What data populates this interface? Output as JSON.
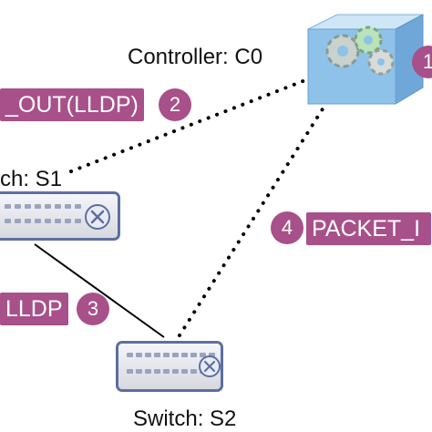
{
  "controller": {
    "label": "Controller: C0",
    "badge": "1"
  },
  "switches": {
    "s1_label": "ch: S1",
    "s2_label": "Switch: S2"
  },
  "messages": [
    {
      "text": "_OUT(LLDP)",
      "step": "2"
    },
    {
      "text": "LLDP",
      "step": "3"
    },
    {
      "text": "PACKET_I",
      "step": "4"
    }
  ],
  "colors": {
    "tag": "#a8508a",
    "switch_border": "#5d6fa0",
    "controller_fill": "#8fc2e8",
    "link": "#000000"
  },
  "icons": [
    "controller-gears-icon",
    "switch-cross-arrows-icon"
  ]
}
